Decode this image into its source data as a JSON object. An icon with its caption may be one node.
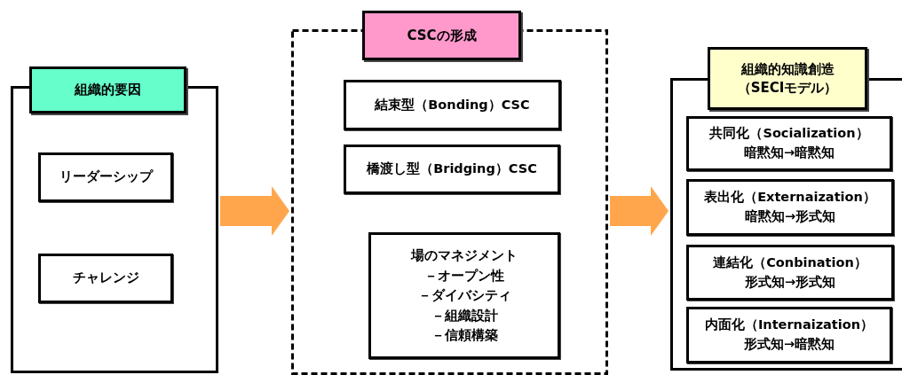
{
  "diagram": {
    "nodes": [
      {
        "text": [
          "組織的要因"
        ]
      },
      {
        "text": [
          "リーダーシップ"
        ],
        "in": 0
      },
      {
        "text": [
          "チャレンジ"
        ],
        "in": 0
      },
      {
        "text": [
          "CSCの形成"
        ]
      },
      {
        "text": [
          "結束型（Bonding）CSC"
        ],
        "in": 3
      },
      {
        "text": [
          "橋渡し型（Bridging）CSC"
        ],
        "in": 3
      },
      {
        "text": [
          "場のマネジメント",
          "－オープン性",
          "－ダイバシティ",
          "－組織設計",
          "－信頼構築"
        ],
        "in": 3
      },
      {
        "text": [
          "組織的知識創造（SECIモデル）"
        ]
      },
      {
        "text": [
          "共同化（Socialization）",
          "暗黙知→暗黙知"
        ],
        "in": 7
      },
      {
        "text": [
          "表出化（Externaization）",
          "暗黙知→形式知"
        ],
        "in": 7
      },
      {
        "text": [
          "連結化（Conbination）",
          "形式知→形式知"
        ],
        "in": 7
      },
      {
        "text": [
          "内面化（Internaization）",
          "形式知→暗黙知"
        ],
        "in": 7
      }
    ],
    "edges": [
      {
        "from": 0,
        "to": 3,
        "arrow": "to"
      },
      {
        "from": 3,
        "to": 7,
        "arrow": "to"
      }
    ]
  }
}
